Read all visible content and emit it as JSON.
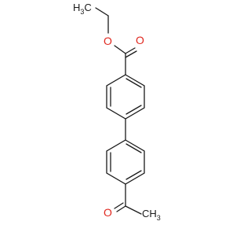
{
  "molecule": {
    "labels": {
      "methyl_top": {
        "main": "H",
        "sub": "3",
        "tail": "C"
      },
      "ester_single_o": "O",
      "ester_carbonyl_o": "O",
      "ketone_o": "O",
      "methyl_bottom": {
        "main": "CH",
        "sub": "3"
      }
    },
    "colors": {
      "bond": "#1a1a1a",
      "oxygen": "#e0271e"
    }
  }
}
